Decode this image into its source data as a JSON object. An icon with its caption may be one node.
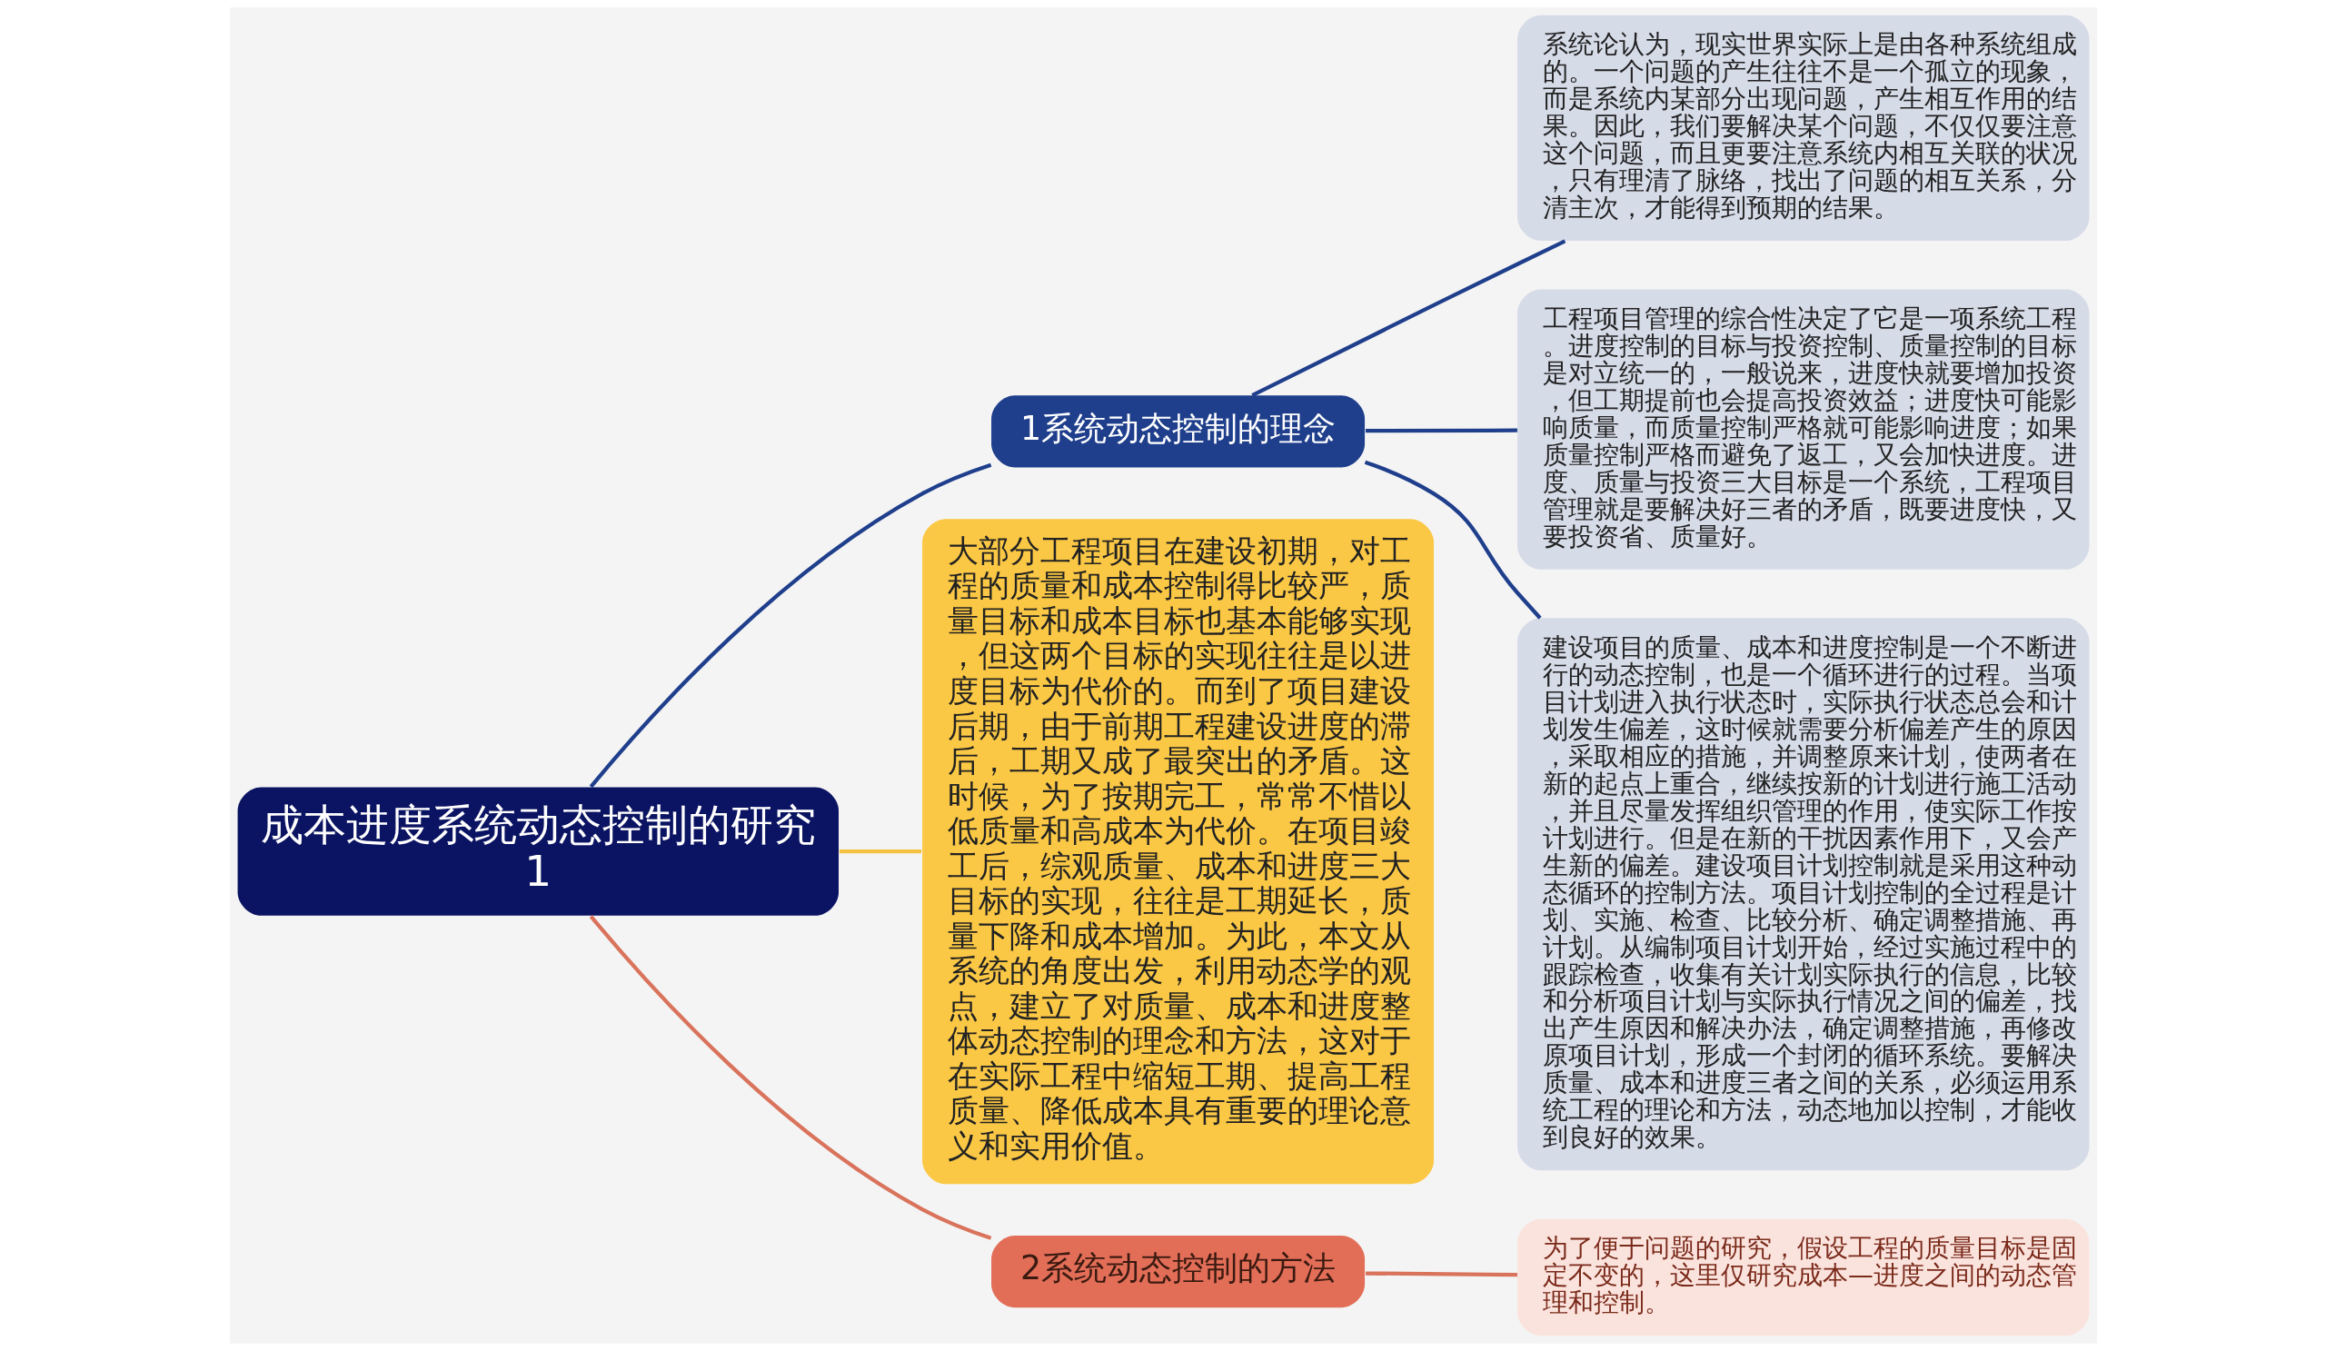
{
  "diagram": {
    "nodes": [
      {
        "text": [
          "成本进度系统动态控制的研究1"
        ]
      },
      {
        "text": [
          "1系统动态控制的理念"
        ]
      },
      {
        "text": [
          "系统论认为，现实世界实际上是由各种系统组成的。一个问题的产生往往不是一个孤立的现象，而是系统内某部分出现问题，产生相互作用的结果。因此，我们要解决某个问题，不仅仅要注意这个问题，而且更要注意系统内相互关联的状况，只有理清了脉络，找出了问题的相互关系，分清主次，才能得到预期的结果。"
        ]
      },
      {
        "text": [
          "工程项目管理的综合性决定了它是一项系统工程。进度控制的目标与投资控制、质量控制的目标是对立统一的，一般说来，进度快就要增加投资，但工期提前也会提高投资效益；进度快可能影响质量，而质量控制严格就可能影响进度；如果质量控制严格而避免了返工，又会加快进度。进度、质量与投资三大目标是一个系统，工程项目管理就是要解决好三者的矛盾，既要进度快，又要投资省、质量好。"
        ]
      },
      {
        "text": [
          "建设项目的质量、成本和进度控制是一个不断进行的动态控制，也是一个循环进行的过程。当项目计划进入执行状态时，实际执行状态总会和计划发生偏差，这时候就需要分析偏差产生的原因，采取相应的措施，并调整原来计划，使两者在新的起点上重合，继续按新的计划进行施工活动，并且尽量发挥组织管理的作用，使实际工作按计划进行。但是在新的干扰因素作用下，又会产生新的偏差。建设项目计划控制就是采用这种动态循环的控制方法。项目计划控制的全过程是计划、实施、检查、比较分析、确定调整措施、再计划。从编制项目计划开始，经过实施过程中的跟踪检查，收集有关计划实际执行的信息，比较和分析项目计划与实际执行情况之间的偏差，找出产生原因和解决办法，确定调整措施，再修改原项目计划，形成一个封闭的循环系统。要解决质量、成本和进度三者之间的关系，必须运用系统工程的理论和方法，动态地加以控制，才能收到良好的效果。"
        ]
      },
      {
        "text": [
          "大部分工程项目在建设初期，对工程的质量和成本控制得比较严，质量目标和成本目标也基本能够实现，但这两个目标的实现往往是以进度目标为代价的。而到了项目建设后期，由于前期工程建设进度的滞后，工期又成了最突出的矛盾。这时候，为了按期完工，常常不惜以低质量和高成本为代价。在项目竣工后，综观质量、成本和进度三大目标的实现，往往是工期延长，质量下降和成本增加。为此，本文从系统的角度出发，利用动态学的观点，建立了对质量、成本和进度整体动态控制的理念和方法，这对于在实际工程中缩短工期、提高工程质量、降低成本具有重要的理论意义和实用价值。"
        ]
      },
      {
        "text": [
          "2系统动态控制的方法"
        ]
      },
      {
        "text": [
          "为了便于问题的研究，假设工程的质量目标是固定不变的，这里仅研究成本—进度之间的动态管理和控制。"
        ]
      }
    ],
    "edges": [
      {
        "from": 0,
        "to": 1,
        "arrow": "none"
      },
      {
        "from": 1,
        "to": 2,
        "arrow": "none"
      },
      {
        "from": 1,
        "to": 3,
        "arrow": "none"
      },
      {
        "from": 1,
        "to": 4,
        "arrow": "none"
      },
      {
        "from": 0,
        "to": 5,
        "arrow": "none",
        "color": "#f5c342"
      },
      {
        "from": 0,
        "to": 6,
        "arrow": "none",
        "color": "#d9735c"
      },
      {
        "from": 6,
        "to": 7,
        "arrow": "none",
        "color": "#d9735c"
      }
    ]
  }
}
